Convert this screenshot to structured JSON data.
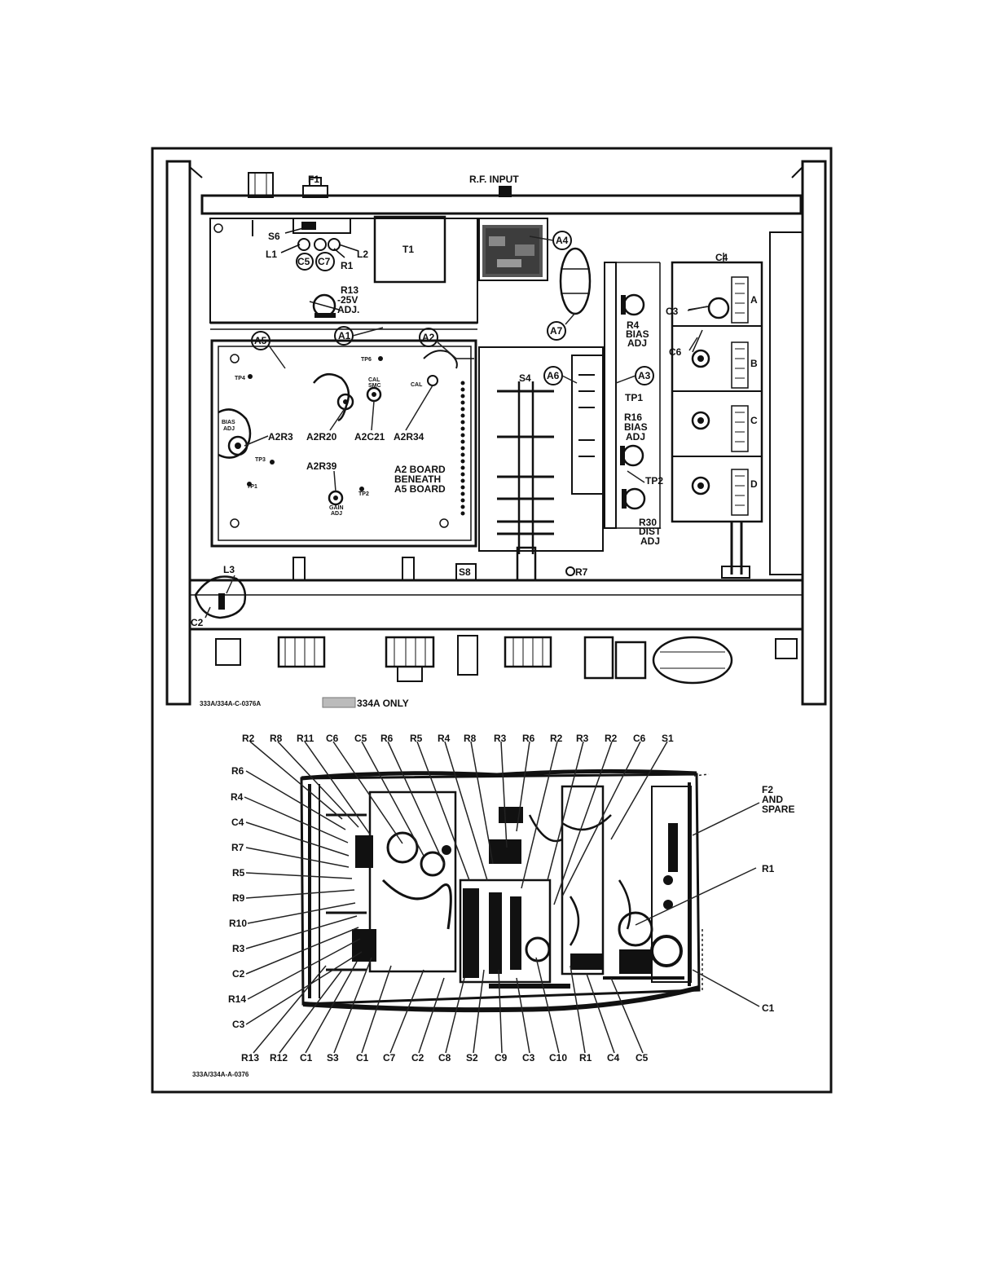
{
  "upper_view": {
    "labels": [
      {
        "id": "f1",
        "text": "F1"
      },
      {
        "id": "rf-input",
        "text": "R.F. INPUT"
      },
      {
        "id": "s6",
        "text": "S6"
      },
      {
        "id": "l1",
        "text": "L1"
      },
      {
        "id": "l2",
        "text": "L2"
      },
      {
        "id": "c5",
        "text": "C5"
      },
      {
        "id": "c7",
        "text": "C7"
      },
      {
        "id": "r1",
        "text": "R1"
      },
      {
        "id": "t1",
        "text": "T1"
      },
      {
        "id": "r13-1",
        "text": "R13"
      },
      {
        "id": "r13-2",
        "text": "-25V"
      },
      {
        "id": "r13-3",
        "text": "ADJ."
      },
      {
        "id": "a4",
        "text": "A4"
      },
      {
        "id": "a7",
        "text": "A7"
      },
      {
        "id": "a5",
        "text": "A5"
      },
      {
        "id": "a1",
        "text": "A1"
      },
      {
        "id": "a2",
        "text": "A2"
      },
      {
        "id": "a6",
        "text": "A6"
      },
      {
        "id": "a3",
        "text": "A3"
      },
      {
        "id": "s4",
        "text": "S4"
      },
      {
        "id": "c4",
        "text": "C4"
      },
      {
        "id": "c3",
        "text": "C3"
      },
      {
        "id": "c6",
        "text": "C6"
      },
      {
        "id": "sec-a",
        "text": "A"
      },
      {
        "id": "sec-b",
        "text": "B"
      },
      {
        "id": "sec-c",
        "text": "C"
      },
      {
        "id": "sec-d",
        "text": "D"
      },
      {
        "id": "r4-1",
        "text": "R4"
      },
      {
        "id": "r4-2",
        "text": "BIAS"
      },
      {
        "id": "r4-3",
        "text": "ADJ"
      },
      {
        "id": "tp1-main",
        "text": "TP1"
      },
      {
        "id": "r16-1",
        "text": "R16"
      },
      {
        "id": "r16-2",
        "text": "BIAS"
      },
      {
        "id": "r16-3",
        "text": "ADJ"
      },
      {
        "id": "tp2-main",
        "text": "TP2"
      },
      {
        "id": "r30-1",
        "text": "R30"
      },
      {
        "id": "r30-2",
        "text": "DIST"
      },
      {
        "id": "r30-3",
        "text": "ADJ"
      },
      {
        "id": "a2r3",
        "text": "A2R3"
      },
      {
        "id": "a2r20",
        "text": "A2R20"
      },
      {
        "id": "a2c21",
        "text": "A2C21"
      },
      {
        "id": "a2r34",
        "text": "A2R34"
      },
      {
        "id": "a2r39",
        "text": "A2R39"
      },
      {
        "id": "a2-note-1",
        "text": "A2 BOARD"
      },
      {
        "id": "a2-note-2",
        "text": "BENEATH"
      },
      {
        "id": "a2-note-3",
        "text": "A5 BOARD"
      },
      {
        "id": "l3",
        "text": "L3"
      },
      {
        "id": "c2",
        "text": "C2"
      },
      {
        "id": "s8",
        "text": "S8"
      },
      {
        "id": "r7",
        "text": "R7"
      }
    ],
    "small_labels": [
      {
        "id": "tp6",
        "text": "TP6"
      },
      {
        "id": "tp4",
        "text": "TP4"
      },
      {
        "id": "tp3",
        "text": "TP3"
      },
      {
        "id": "tp1-sm",
        "text": "TP1"
      },
      {
        "id": "tp2-sm",
        "text": "TP2"
      },
      {
        "id": "bias-adj-sm-1",
        "text": "BIAS"
      },
      {
        "id": "bias-adj-sm-2",
        "text": "ADJ"
      },
      {
        "id": "cal-smc-1",
        "text": "CAL"
      },
      {
        "id": "cal-smc-2",
        "text": "SMC"
      },
      {
        "id": "cal-2",
        "text": "CAL"
      },
      {
        "id": "gain-adj-1",
        "text": "GAIN"
      },
      {
        "id": "gain-adj-2",
        "text": "ADJ"
      }
    ],
    "drawing_code": "333A/334A-C-0376A",
    "legend_text": "334A ONLY"
  },
  "lower_view": {
    "top_labels": [
      "R2",
      "R8",
      "R11",
      "C6",
      "C5",
      "R6",
      "R5",
      "R4",
      "R8",
      "R3",
      "R6",
      "R2",
      "R3",
      "R2",
      "C6",
      "S1"
    ],
    "left_labels": [
      "R6",
      "R4",
      "C4",
      "R7",
      "R5",
      "R9",
      "R10",
      "R3",
      "C2",
      "R14",
      "C3"
    ],
    "bottom_labels": [
      "R13",
      "R12",
      "C1",
      "S3",
      "C1",
      "C7",
      "C2",
      "C8",
      "S2",
      "C9",
      "C3",
      "C10",
      "R1",
      "C4",
      "C5"
    ],
    "right_labels": [
      {
        "id": "f2-1",
        "text": "F2"
      },
      {
        "id": "f2-2",
        "text": "AND"
      },
      {
        "id": "f2-3",
        "text": "SPARE"
      },
      {
        "id": "r1-right",
        "text": "R1"
      },
      {
        "id": "c1-right",
        "text": "C1"
      }
    ],
    "drawing_code": "333A/334A-A-0376"
  }
}
